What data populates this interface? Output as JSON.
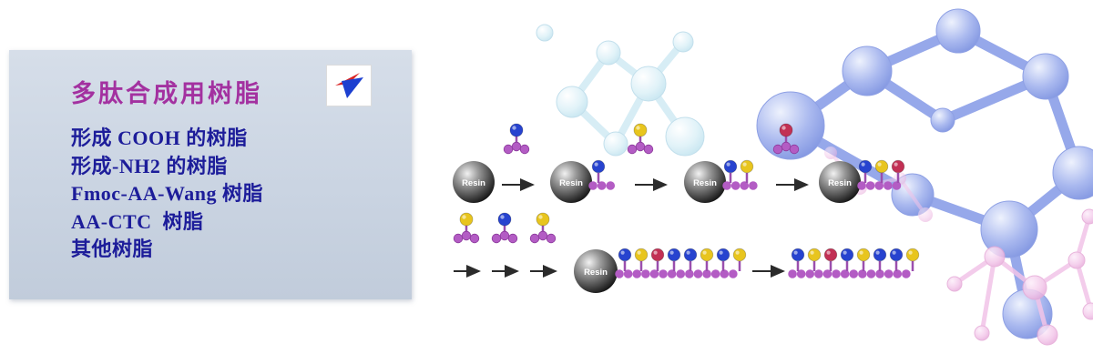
{
  "panel": {
    "title": "多肽合成用树脂",
    "items": [
      "形成 COOH 的树脂",
      "形成-NH2 的树脂",
      "Fmoc-AA-Wang 树脂",
      "AA-CTC  树脂",
      "其他树脂"
    ],
    "colors": {
      "background": "#cbd5e2",
      "title": "#a331a0",
      "item_text": "#1d1d9a"
    }
  },
  "logo": {
    "icon": "red-blue-swoosh-logo",
    "colors": {
      "red": "#d92323",
      "blue": "#1c3fd0"
    }
  },
  "diagram": {
    "resin_label": "Resin",
    "colors": {
      "resin_sphere": "#2a2a2a",
      "backbone_bead": "#b35cc4",
      "amino_ball_blue": "#2743cf",
      "amino_ball_yellow": "#e8c51e",
      "amino_ball_red": "#c23054",
      "molecule_blue": "#9fb0ec",
      "molecule_cyan": "#d8eef7",
      "molecule_pink": "#f0c0e6"
    }
  }
}
